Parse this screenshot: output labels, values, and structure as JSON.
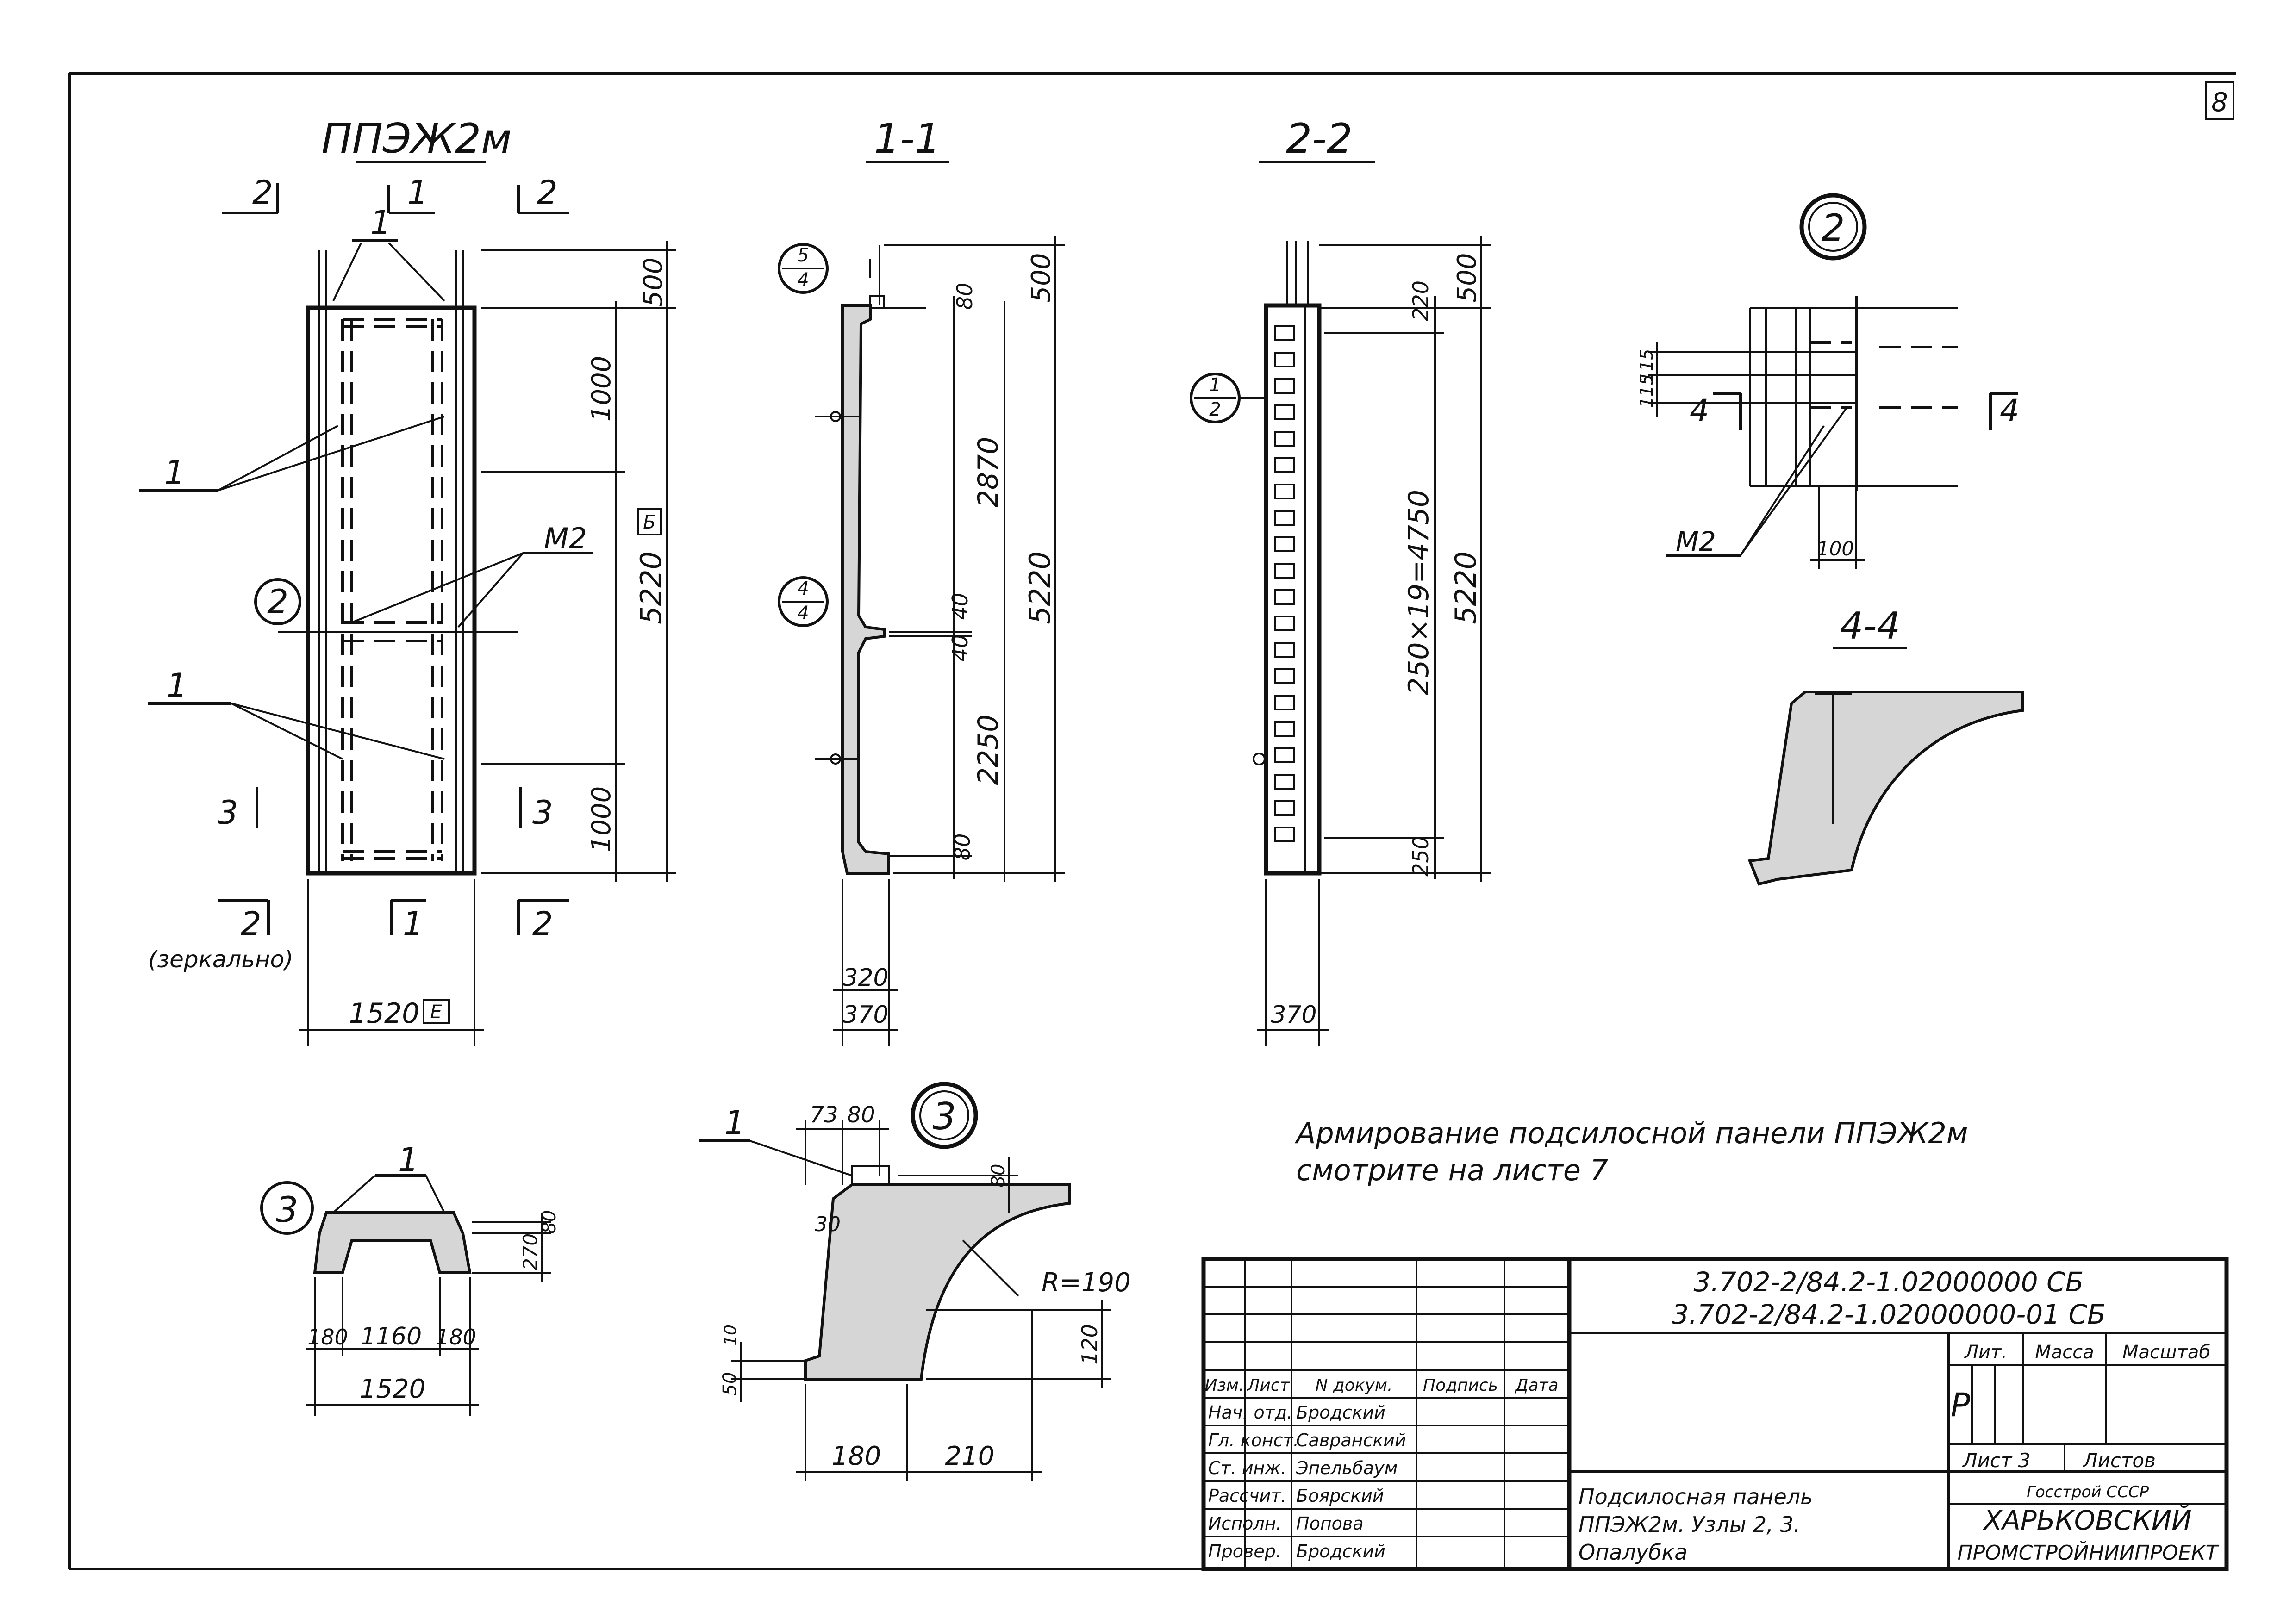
{
  "sheet": {
    "number": "8"
  },
  "panel_view": {
    "title": "ППЭЖ2м",
    "sections": [
      "2",
      "1",
      "2",
      "3",
      "3",
      "2",
      "1",
      "2"
    ],
    "note_mirror": "(зеркально)",
    "callouts": {
      "one": "1",
      "m2": "М2",
      "node2": "2"
    },
    "dims": {
      "top": "500",
      "upper": "1000",
      "total": "5220",
      "lower": "1000",
      "width": "1520",
      "code_e": "Е",
      "code_b": "Б"
    }
  },
  "section_11": {
    "title": "1-1",
    "node_top": {
      "num": "5",
      "den": "4"
    },
    "node_mid": {
      "num": "4",
      "den": "4"
    },
    "dims": {
      "top": "500",
      "d80a": "80",
      "upper": "2870",
      "total": "5220",
      "d40a": "40",
      "d40b": "40",
      "lower": "2250",
      "d80b": "80",
      "w320": "320",
      "w370": "370"
    }
  },
  "section_22": {
    "title": "2-2",
    "node": {
      "num": "1",
      "den": "2"
    },
    "dims": {
      "top": "500",
      "d220": "220",
      "spacing": "250×19=4750",
      "total": "5220",
      "d250": "250",
      "w370": "370"
    }
  },
  "node_2": {
    "label": "2",
    "section_mark": "4",
    "dims": {
      "d115a": "115",
      "d115b": "115",
      "d100": "100"
    },
    "callout": "М2",
    "section_title": "4-4"
  },
  "section_33": {
    "label": "3",
    "callout": "1",
    "dims": {
      "d180a": "180",
      "d1160": "1160",
      "d180b": "180",
      "d1520": "1520",
      "d80": "80",
      "d270": "270"
    }
  },
  "node_3": {
    "label": "3",
    "callout": "1",
    "dims": {
      "d73": "73",
      "d80top": "80",
      "d80right": "80",
      "d30": "30",
      "r": "R=190",
      "d120": "120",
      "d50": "50",
      "d10": "10",
      "d180": "180",
      "d210": "210"
    }
  },
  "note": {
    "line1": "Армирование подсилосной панели ППЭЖ2м",
    "line2": "смотрите на листе 7"
  },
  "title_block": {
    "doc_code1": "3.702-2/84.2-1.02000000 СБ",
    "doc_code2": "3.702-2/84.2-1.02000000-01 СБ",
    "headers": {
      "izm": "Изм.",
      "list": "Лист",
      "ndok": "N докум.",
      "podpis": "Подпись",
      "data": "Дата"
    },
    "roles": [
      {
        "role": "Нач. отд.",
        "name": "Бродский"
      },
      {
        "role": "Гл. конст.",
        "name": "Савранский"
      },
      {
        "role": "Ст. инж.",
        "name": "Эпельбаум"
      },
      {
        "role": "Рассчит.",
        "name": "Боярский"
      },
      {
        "role": "Исполн.",
        "name": "Попова"
      },
      {
        "role": "Провер.",
        "name": "Бродский"
      }
    ],
    "drawing_title": [
      "Подсилосная панель",
      "ППЭЖ2м. Узлы 2, 3.",
      "Опалубка"
    ],
    "lit_header": "Лит.",
    "mass_header": "Масса",
    "scale_header": "Масштаб",
    "lit_value": "Р",
    "sheet_label": "Лист 3",
    "sheets_label": "Листов",
    "org": [
      "Госстрой СССР",
      "ХАРЬКОВСКИЙ",
      "ПРОМСТРОЙНИИПРОЕКТ"
    ]
  }
}
